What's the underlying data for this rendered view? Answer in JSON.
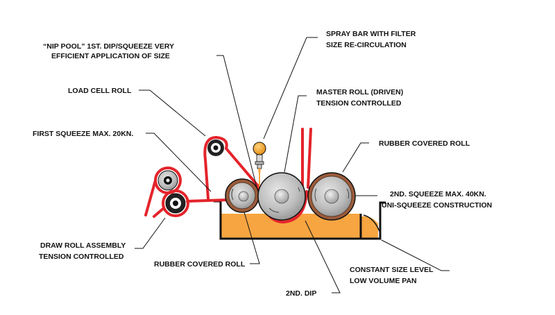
{
  "labels": {
    "nip_pool_1": "“NIP POOL” 1ST. DIP/SQUEEZE VERY",
    "nip_pool_2": "EFFICIENT APPLICATION OF SIZE",
    "spray_bar_1": "SPRAY BAR WITH FILTER",
    "spray_bar_2": "SIZE RE-CIRCULATION",
    "load_cell": "LOAD CELL ROLL",
    "master_roll_1": "MASTER ROLL (DRIVEN)",
    "master_roll_2": "TENSION CONTROLLED",
    "first_squeeze": "FIRST SQUEEZE MAX. 20KN.",
    "rubber_top": "RUBBER COVERED ROLL",
    "second_squeeze_1": "2ND. SQUEEZE MAX. 40KN.",
    "second_squeeze_2": "UNI-SQUEEZE CONSTRUCTION",
    "draw_roll_1": "DRAW ROLL ASSEMBLY",
    "draw_roll_2": "TENSION CONTROLLED",
    "rubber_bottom": "RUBBER COVERED ROLL",
    "constant_level_1": "CONSTANT SIZE LEVEL",
    "constant_level_2": "LOW VOLUME PAN",
    "second_dip": "2ND. DIP"
  },
  "colors": {
    "yarn": "#e4242b",
    "size_liquid": "#f7a541",
    "roll_grey": "#9a9a9a",
    "rubber": "#9b5b3a",
    "outline": "#111111",
    "spray_ball": "#f5a623"
  }
}
